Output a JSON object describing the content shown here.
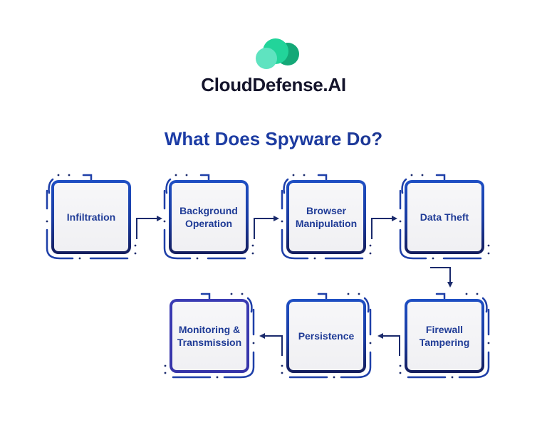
{
  "brand": {
    "name": "CloudDefense.AI",
    "logo_icon": "cloud-logo-icon",
    "colors": {
      "light": "#5fe3c0",
      "mid": "#22d49a",
      "dark": "#14a877"
    }
  },
  "diagram": {
    "title": "What Does Spyware Do?",
    "steps": [
      {
        "label_lines": [
          "Infiltration"
        ]
      },
      {
        "label_lines": [
          "Background",
          "Operation"
        ]
      },
      {
        "label_lines": [
          "Browser",
          "Manipulation"
        ]
      },
      {
        "label_lines": [
          "Data Theft"
        ]
      },
      {
        "label_lines": [
          "Firewall",
          "Tampering"
        ]
      },
      {
        "label_lines": [
          "Persistence"
        ]
      },
      {
        "label_lines": [
          "Monitoring &",
          "Transmission"
        ]
      }
    ],
    "flow": [
      "Infiltration",
      "Background Operation",
      "Browser Manipulation",
      "Data Theft",
      "Firewall Tampering",
      "Persistence",
      "Monitoring & Transmission"
    ],
    "colors": {
      "accent": "#1e4fc4",
      "navy": "#141d5c",
      "text": "#1f3b96",
      "title_start": "#1b3fae",
      "title_end": "#1a2a6c"
    }
  }
}
